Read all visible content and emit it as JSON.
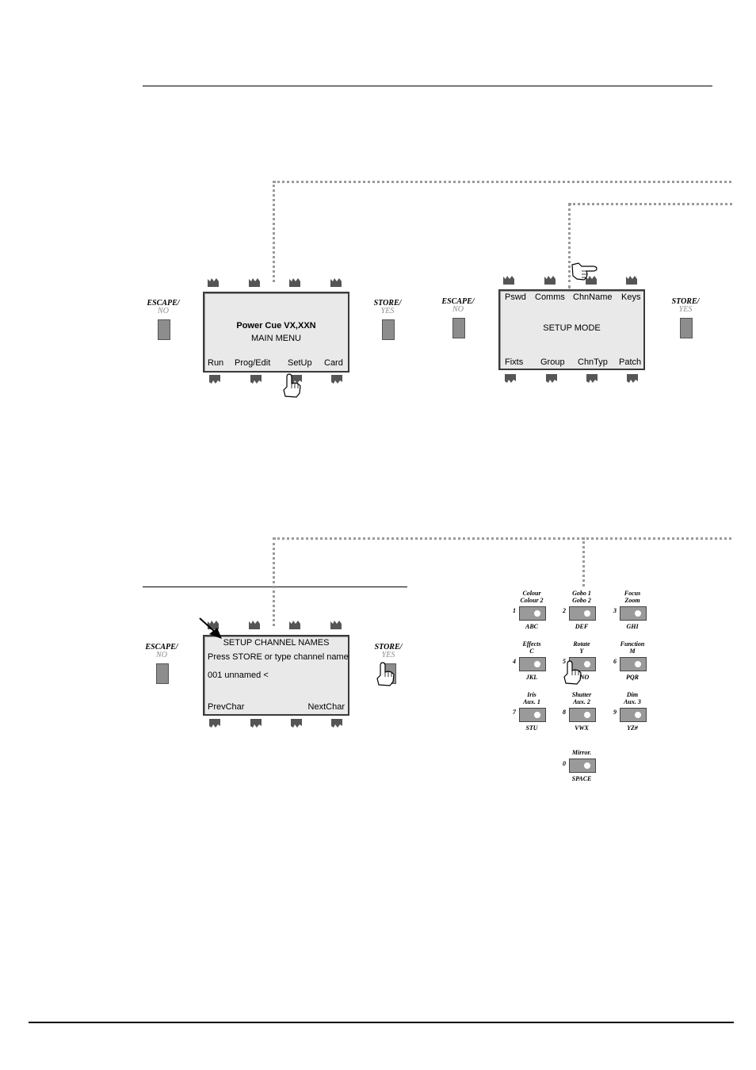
{
  "screen1": {
    "line1": "Power Cue VX,XXN",
    "line2": "MAIN MENU",
    "bottom_keys": [
      "Run",
      "Prog/Edit",
      "SetUp",
      "Card"
    ],
    "escape": "ESCAPE/",
    "escape_no": "NO",
    "store": "STORE/",
    "store_yes": "YES"
  },
  "screen2": {
    "top_keys": [
      "Pswd",
      "Comms",
      "ChnName",
      "Keys"
    ],
    "center": "SETUP MODE",
    "bottom_keys": [
      "Fixts",
      "Group",
      "ChnTyp",
      "Patch"
    ],
    "escape": "ESCAPE/",
    "escape_no": "NO",
    "store": "STORE/",
    "store_yes": "YES"
  },
  "screen3": {
    "line1": "SETUP CHANNEL NAMES",
    "line2": "Press STORE or type channel name",
    "line3": "001 unnamed <",
    "bottom_left": "PrevChar",
    "bottom_right": "NextChar",
    "escape": "ESCAPE/",
    "escape_no": "NO",
    "store": "STORE/",
    "store_yes": "YES"
  },
  "keypad": [
    {
      "num": "1",
      "top": "Colour\nColour 2",
      "bottom": "ABC"
    },
    {
      "num": "2",
      "top": "Gobo 1\nGobo 2",
      "bottom": "DEF"
    },
    {
      "num": "3",
      "top": "Focus\nZoom",
      "bottom": "GHI"
    },
    {
      "num": "4",
      "top": "Effects\nC",
      "bottom": "JKL"
    },
    {
      "num": "5",
      "top": "Rotate\nY",
      "bottom": "MNO"
    },
    {
      "num": "6",
      "top": "Function\nM",
      "bottom": "PQR"
    },
    {
      "num": "7",
      "top": "Iris\nAux. 1",
      "bottom": "STU"
    },
    {
      "num": "8",
      "top": "Shutter\nAux. 2",
      "bottom": "VWX"
    },
    {
      "num": "9",
      "top": "Dim\nAux. 3",
      "bottom": "YZ#"
    },
    {
      "num": "0",
      "top": "Mirror.",
      "bottom": "SPACE"
    }
  ],
  "colors": {
    "lcd_bg": "#e9e9e9",
    "button": "#8d8d8d",
    "leader": "#9a9a9a"
  }
}
